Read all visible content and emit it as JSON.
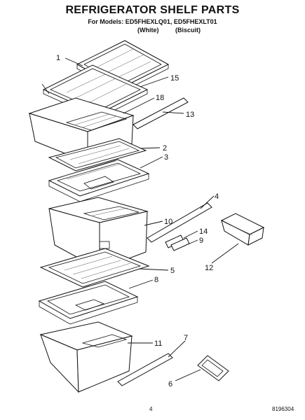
{
  "header": {
    "title": "REFRIGERATOR SHELF PARTS",
    "models": "For Models: ED5FHEXLQ01, ED5FHEXLT01",
    "variant_white": "(White)",
    "variant_biscuit": "(Biscuit)"
  },
  "callouts": [
    "1",
    "15",
    "18",
    "13",
    "2",
    "3",
    "4",
    "10",
    "14",
    "9",
    "12",
    "5",
    "8",
    "11",
    "7",
    "6"
  ],
  "footer": {
    "page": "4",
    "code": "8196304"
  }
}
